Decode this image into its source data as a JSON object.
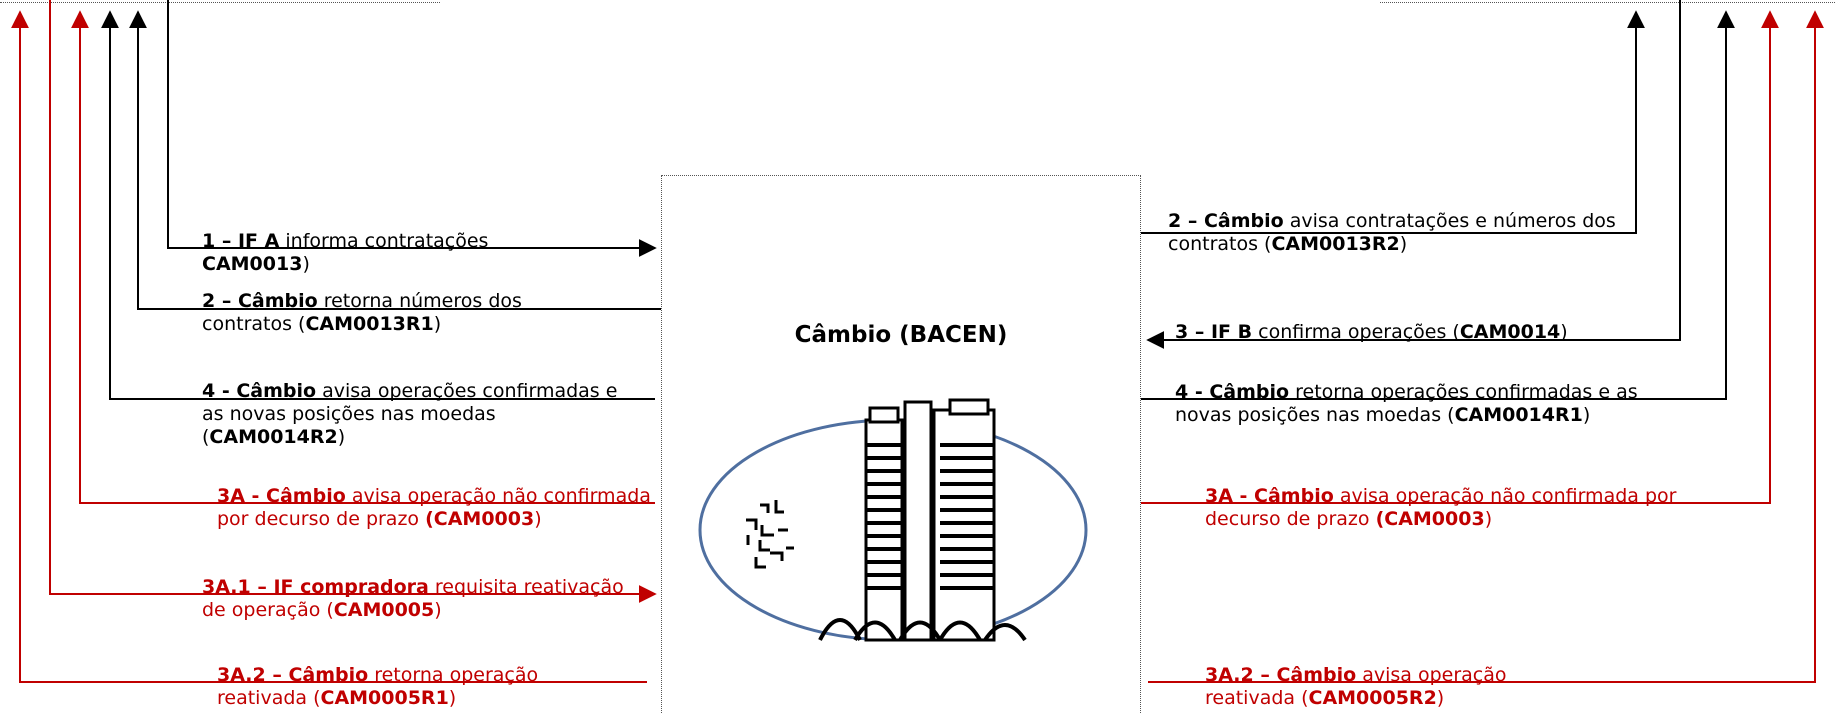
{
  "center": {
    "title": "Câmbio (BACEN)",
    "logo": "bacen-building-logo"
  },
  "colors": {
    "primary": "#000000",
    "alert": "#c00000"
  },
  "left_messages": [
    {
      "bold": "1 – IF A",
      "text": " informa contratações ",
      "line2_bold": "CAM0013",
      "line2_tail": ")"
    },
    {
      "bold": "2 – Câmbio",
      "text": " retorna números dos",
      "line2_pre": "contratos (",
      "line2_bold": "CAM0013R1",
      "line2_tail": ")"
    },
    {
      "bold": "4 - Câmbio",
      "text": " avisa operações confirmadas e",
      "line2_pre": "as novas posições nas moedas",
      "line3_pre": "(",
      "line3_bold": "CAM0014R2",
      "line3_tail": ")"
    },
    {
      "bold": "3A - Câmbio",
      "text": " avisa operação não confirmada",
      "line2_pre": "por decurso de prazo ",
      "line2_bold": "(CAM0003",
      "line2_tail": ")"
    },
    {
      "bold": "3A.1 – IF compradora",
      "text": " requisita reativação",
      "line2_pre": "de operação (",
      "line2_bold": "CAM0005",
      "line2_tail": ")"
    },
    {
      "bold": "3A.2 – Câmbio",
      "text": " retorna operação",
      "line2_pre": "reativada (",
      "line2_bold": "CAM0005R1",
      "line2_tail": ")"
    }
  ],
  "right_messages": [
    {
      "bold": "2 – Câmbio",
      "text": " avisa contratações e números dos",
      "line2_pre": "contratos (",
      "line2_bold": "CAM0013R2",
      "line2_tail": ")"
    },
    {
      "bold": "3 – IF B",
      "text": " confirma operações (",
      "line1_bold2": "CAM0014",
      "line1_tail": ")"
    },
    {
      "bold": "4 - Câmbio",
      "text": "  retorna operações confirmadas  e as",
      "line2_pre": "novas posições nas moedas (",
      "line2_bold": "CAM0014R1",
      "line2_tail": ")"
    },
    {
      "bold": "3A - Câmbio",
      "text": " avisa operação não confirmada por",
      "line2_pre": "decurso de prazo ",
      "line2_bold": "(CAM0003",
      "line2_tail": ")"
    },
    {
      "bold": "3A.2 – Câmbio",
      "text": " avisa operação",
      "line2_pre": "reativada (",
      "line2_bold": "CAM0005R2",
      "line2_tail": ")"
    }
  ]
}
